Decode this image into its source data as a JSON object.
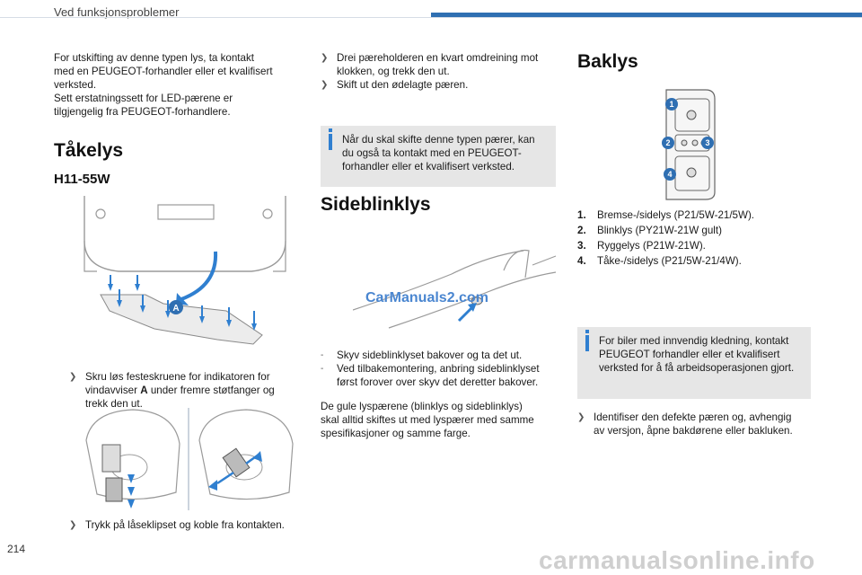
{
  "header": {
    "title": "Ved funksjonsproblemer"
  },
  "col1": {
    "intro": [
      "For utskifting av denne typen lys, ta kontakt",
      "med en PEUGEOT-forhandler eller et kvalifisert",
      "verksted.",
      "Sett erstatningssett for LED-pærene er",
      "tilgjengelig fra PEUGEOT-forhandlere."
    ],
    "heading": "Tåkelys",
    "subheading": "H11-55W",
    "fig_label_a": "A",
    "step1_symbol": "❯",
    "step1_part1": "Skru løs festeskruene for indikatoren for",
    "step1_part2_pre": "vindavviser ",
    "step1_part2_bold": "A",
    "step1_part2_post": " under fremre støtfanger og",
    "step1_part3": "trekk den ut.",
    "step2_symbol": "❯",
    "step2": "Trykk på låseklipset og koble fra kontakten."
  },
  "col2": {
    "step1_symbol": "❯",
    "step1_line1": "Drei pæreholderen en kvart omdreining mot",
    "step1_line2": "klokken, og trekk den ut.",
    "step2_symbol": "❯",
    "step2": "Skift ut den ødelagte pæren.",
    "note": [
      "Når du skal skifte denne typen pærer, kan",
      "du også ta kontakt med en PEUGEOT-",
      "forhandler eller et kvalifisert verksted."
    ],
    "heading": "Sideblinklys",
    "watermark": "CarManuals2.com",
    "dash1_symbol": "-",
    "dash1": "Skyv sideblinklyset bakover og ta det ut.",
    "dash2_symbol": "-",
    "dash2_line1": "Ved tilbakemontering, anbring sideblinklyset",
    "dash2_line2": "først forover over skyv det deretter bakover.",
    "para": [
      "De gule lyspærene (blinklys og sideblinklys)",
      "skal alltid skiftes ut med lyspærer med samme",
      "spesifikasjoner og samme farge."
    ]
  },
  "col3": {
    "heading": "Baklys",
    "callouts": [
      "1",
      "2",
      "3",
      "4"
    ],
    "list": [
      {
        "n": "1.",
        "text": "Bremse-/sidelys (P21/5W-21/5W)."
      },
      {
        "n": "2.",
        "text": "Blinklys (PY21W-21W gult)"
      },
      {
        "n": "3.",
        "text": "Ryggelys (P21W-21W)."
      },
      {
        "n": "4.",
        "text": "Tåke-/sidelys (P21/5W-21/4W)."
      }
    ],
    "note": [
      "For biler med innvendig kledning, kontakt",
      "PEUGEOT forhandler eller et kvalifisert",
      "verksted for å få arbeidsoperasjonen gjort."
    ],
    "step1_symbol": "❯",
    "step1_line1": "Identifiser den defekte pæren og, avhengig",
    "step1_line2": "av versjon, åpne bakdørene eller bakluken."
  },
  "footer": {
    "page_number": "214",
    "site": "carmanualsonline.info"
  },
  "colors": {
    "accent": "#2f6fb2",
    "note_bg": "#e6e6e6",
    "info_icon": "#2f7fd0"
  }
}
